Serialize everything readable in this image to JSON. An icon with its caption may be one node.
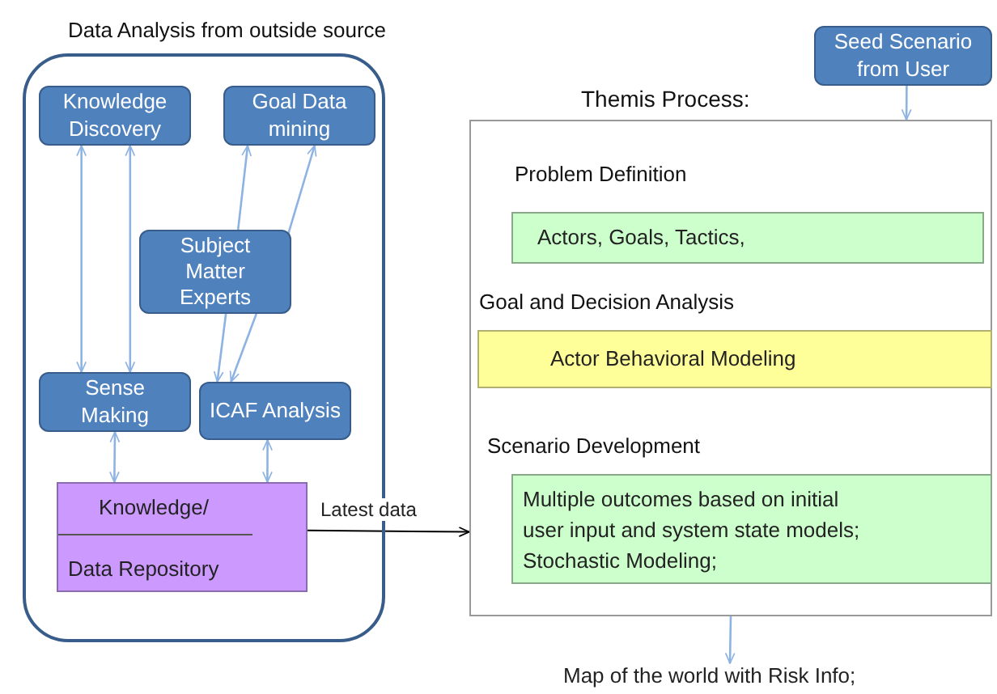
{
  "diagram": {
    "nodes": [
      {
        "text": [
          "Data Analysis from outside source"
        ]
      },
      {
        "text": [
          "Knowledge Discovery"
        ],
        "in": 0
      },
      {
        "text": [
          "Goal Data mining"
        ],
        "in": 0
      },
      {
        "text": [
          "Subject Matter Experts"
        ],
        "in": 0
      },
      {
        "text": [
          "Sense Making"
        ],
        "in": 0
      },
      {
        "text": [
          "ICAF Analysis"
        ],
        "in": 0
      },
      {
        "text": [
          "Knowledge/",
          "Data Repository"
        ],
        "in": 0
      },
      {
        "text": [
          "Seed Scenario from User"
        ]
      },
      {
        "text": [
          "Themis Process:",
          "Problem Definition",
          "Goal and Decision Analysis",
          "Scenario Development"
        ]
      },
      {
        "text": [
          "Actors, Goals, Tactics,"
        ],
        "in": 8
      },
      {
        "text": [
          "Actor Behavioral Modeling"
        ],
        "in": 8
      },
      {
        "text": [
          "Multiple outcomes based on initial user input and system state models; Stochastic Modeling;"
        ],
        "in": 8
      },
      {
        "text": [
          "Map of the world with Risk Info;"
        ]
      }
    ],
    "edges": [
      {
        "from": 1,
        "to": 4,
        "arrow": "both"
      },
      {
        "from": 1,
        "to": 4,
        "arrow": "both"
      },
      {
        "from": 3,
        "to": 2,
        "arrow": "to"
      },
      {
        "from": 3,
        "to": 2,
        "arrow": "to"
      },
      {
        "from": 3,
        "to": 5,
        "arrow": "to"
      },
      {
        "from": 3,
        "to": 5,
        "arrow": "to"
      },
      {
        "from": 4,
        "to": 6,
        "arrow": "both"
      },
      {
        "from": 5,
        "to": 6,
        "arrow": "both"
      },
      {
        "from": 6,
        "to": 8,
        "arrow": "to",
        "label": "Latest data",
        "color": "#000000"
      },
      {
        "from": 7,
        "to": 8,
        "arrow": "to"
      },
      {
        "from": 8,
        "to": 12,
        "arrow": "to"
      }
    ]
  }
}
